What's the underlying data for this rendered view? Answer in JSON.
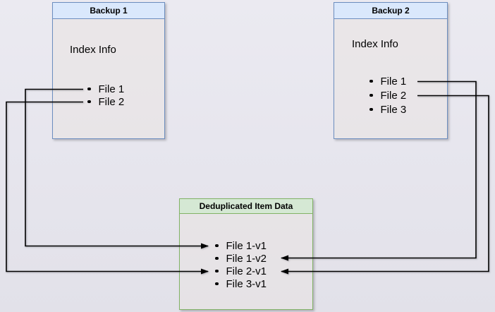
{
  "diagram": {
    "nodes": {
      "backup1": {
        "title": "Backup 1",
        "body_label": "Index Info",
        "items": [
          "File 1",
          "File 2"
        ]
      },
      "backup2": {
        "title": "Backup 2",
        "body_label": "Index Info",
        "items": [
          "File 1",
          "File 2",
          "File 3"
        ]
      },
      "dedup": {
        "title": "Deduplicated Item Data",
        "items": [
          "File 1-v1",
          "File 1-v2",
          "File 2-v1",
          "File 3-v1"
        ]
      }
    },
    "colors": {
      "backup_header_fill": "#dae8fc",
      "backup_border": "#6c8ebf",
      "dedup_header_fill": "#d5e8d4",
      "dedup_border": "#82b366",
      "arrow": "#000000",
      "background": "#e7e6ee"
    },
    "connections": [
      {
        "from": "Backup 1 / File 1",
        "to": "File 1-v1"
      },
      {
        "from": "Backup 1 / File 2",
        "to": "File 2-v1"
      },
      {
        "from": "Backup 2 / File 1",
        "to": "File 1-v2"
      },
      {
        "from": "Backup 2 / File 2",
        "to": "File 2-v1"
      }
    ]
  }
}
